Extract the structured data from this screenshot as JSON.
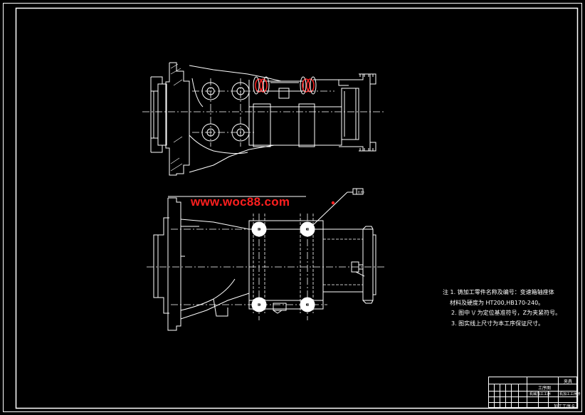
{
  "drawing": {
    "background": "#000000",
    "line_color": "#ffffff",
    "accent_color": "#ff2020",
    "centerline_color": "#ffffff"
  },
  "watermark": {
    "text": "www.woc88.com",
    "color": "#ff1f1f"
  },
  "datum_flag": {
    "symbol": "0.05"
  },
  "notes": {
    "line1": "注 1. 铸加工零件名称及编号：变速箱轴座体",
    "line2": "材料及硬度为 HT200,HB170-240。",
    "line3": "2. 图中  \\/  为定位基准符号，Z为夹紧符号。",
    "line4": "3. 图实线上尺寸为本工序保证尺寸。"
  },
  "title_block": {
    "cell_a": "工序图",
    "cell_b": "夹具",
    "cell_c": "机械加工工序",
    "cell_d": "机加工工序卡",
    "footer": "加工工序卡"
  }
}
